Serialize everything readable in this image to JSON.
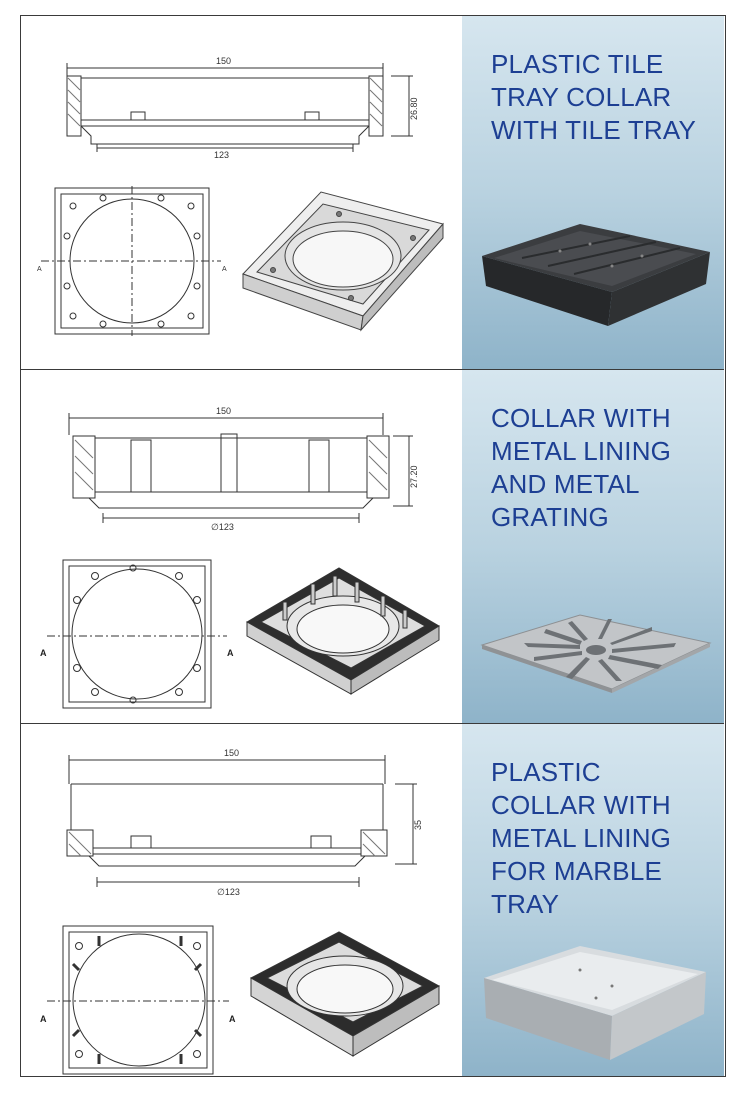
{
  "panels": [
    {
      "title_lines": [
        "PLASTIC TILE",
        "TRAY COLLAR",
        "WITH TILE TRAY"
      ],
      "dims": {
        "width": "150",
        "height": "26.80",
        "inner": "123"
      },
      "section_label": "A"
    },
    {
      "title_lines": [
        "COLLAR WITH",
        "METAL LINING",
        "AND METAL",
        "GRATING"
      ],
      "dims": {
        "width": "150",
        "height": "27.20",
        "inner": "∅123"
      },
      "section_label": "A"
    },
    {
      "title_lines": [
        "PLASTIC",
        "COLLAR WITH",
        "METAL LINING",
        "FOR MARBLE",
        "TRAY"
      ],
      "dims": {
        "width": "150",
        "height": "35",
        "inner": "∅123"
      },
      "section_label": "A"
    }
  ],
  "colors": {
    "title": "#1d3f93",
    "line": "#3a3a3a",
    "side_panel_top": "#d6e6ef",
    "side_panel_bottom": "#8eb3c9"
  }
}
